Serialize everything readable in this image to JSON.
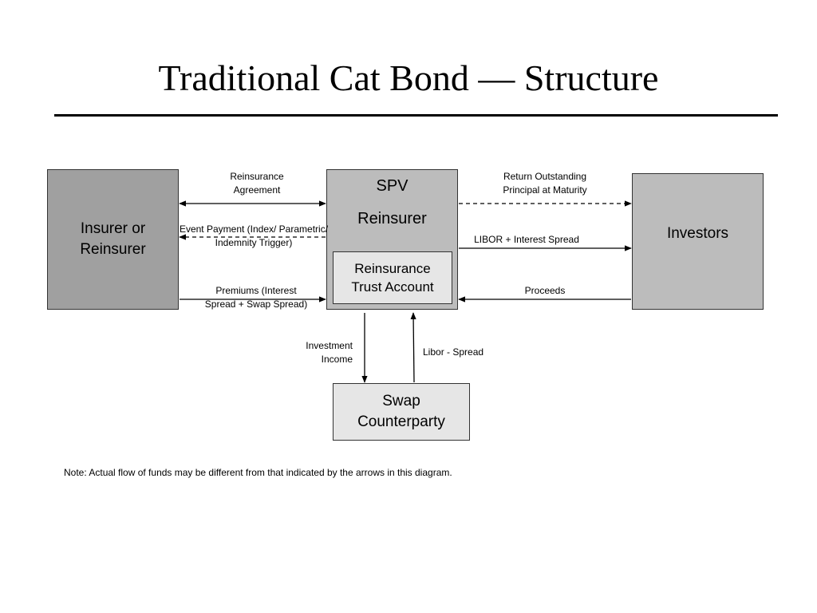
{
  "title": "Traditional Cat Bond — Structure",
  "boxes": {
    "insurer": "Insurer or\nReinsurer",
    "spv_line1": "SPV",
    "spv_line2": "Reinsurer",
    "trust": "Reinsurance\nTrust Account",
    "investors": "Investors",
    "swap": "Swap\nCounterparty"
  },
  "flows": {
    "reinsurance_agreement": "Reinsurance\nAgreement",
    "event_payment": "Event Payment (Index/ Parametric/\nIndemnity Trigger)",
    "premiums": "Premiums (Interest\nSpread + Swap Spread)",
    "return_principal": "Return Outstanding\nPrincipal at Maturity",
    "libor_interest": "LIBOR + Interest Spread",
    "proceeds": "Proceeds",
    "investment_income": "Investment\nIncome",
    "libor_spread": "Libor - Spread"
  },
  "note": "Note:  Actual flow of funds may be different from that indicated by the arrows in this diagram.",
  "colors": {
    "insurer_fill": "#a0a0a0",
    "spv_fill": "#bcbcbc",
    "investors_fill": "#bcbcbc",
    "trust_fill": "#e6e6e6",
    "swap_fill": "#e6e6e6"
  }
}
